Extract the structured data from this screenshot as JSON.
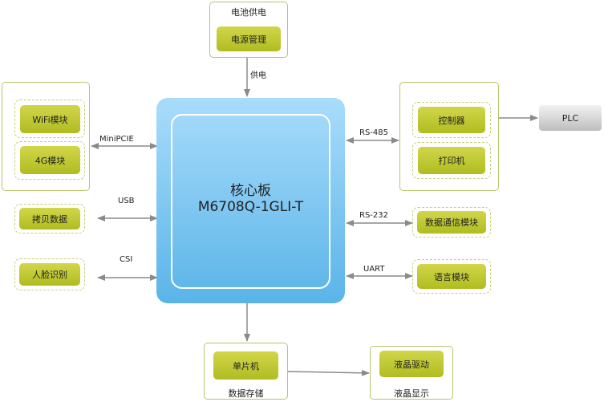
{
  "power": {
    "caption": "电池供电",
    "module": "电源管理",
    "link": "供电"
  },
  "core": {
    "title": "核心板",
    "model": "M6708Q-1GLI-T"
  },
  "left": {
    "wifi": "WiFi模块",
    "g4": "4G模块",
    "minipcie": "MiniPCIE",
    "copy": "拷贝数据",
    "usb": "USB",
    "face": "人脸识别",
    "csi": "CSI"
  },
  "right": {
    "controller": "控制器",
    "printer": "打印机",
    "rs485": "RS-485",
    "plc": "PLC",
    "comm": "数据通信模块",
    "rs232": "RS-232",
    "voice": "语言模块",
    "uart": "UART"
  },
  "bottom": {
    "mcu": "单片机",
    "storage": "数据存储",
    "lcd_driver": "液晶驱动",
    "lcd": "液晶显示"
  }
}
